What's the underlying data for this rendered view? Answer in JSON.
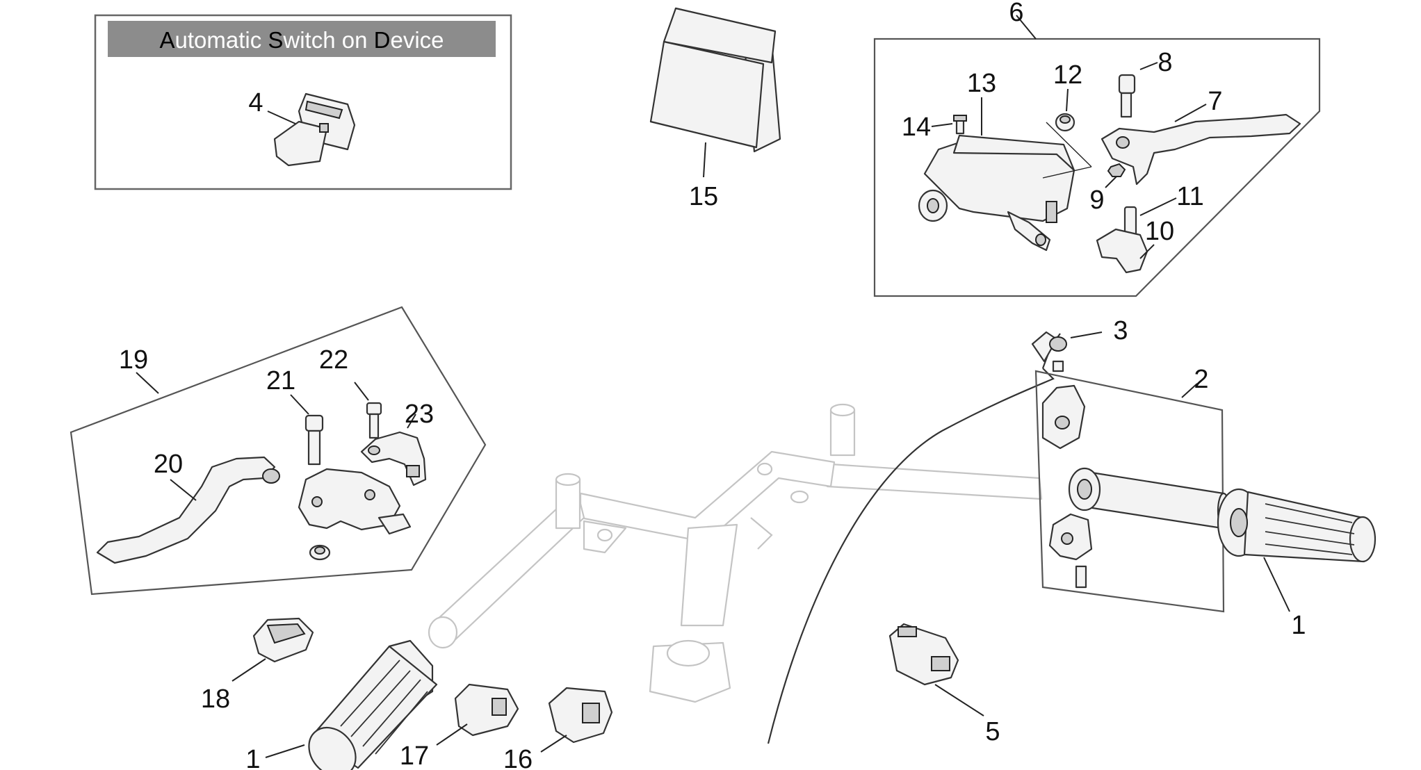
{
  "inset": {
    "title_segments": [
      {
        "text": "A",
        "cap": true
      },
      {
        "text": "utomatic ",
        "cap": false
      },
      {
        "text": "S",
        "cap": true
      },
      {
        "text": "witch on ",
        "cap": false
      },
      {
        "text": "D",
        "cap": true
      },
      {
        "text": "evice",
        "cap": false
      }
    ],
    "part_label": "4"
  },
  "callouts": {
    "c1_right": "1",
    "c1_left": "1",
    "c2": "2",
    "c3": "3",
    "c5": "5",
    "c6": "6",
    "c7": "7",
    "c8": "8",
    "c9": "9",
    "c10": "10",
    "c11": "11",
    "c12": "12",
    "c13": "13",
    "c14": "14",
    "c15": "15",
    "c16": "16",
    "c17": "17",
    "c18": "18",
    "c19": "19",
    "c20": "20",
    "c21": "21",
    "c22": "22",
    "c23": "23"
  },
  "colors": {
    "title_bar": "#8c8c8c",
    "ghost_parts": "#c4c4c4"
  }
}
